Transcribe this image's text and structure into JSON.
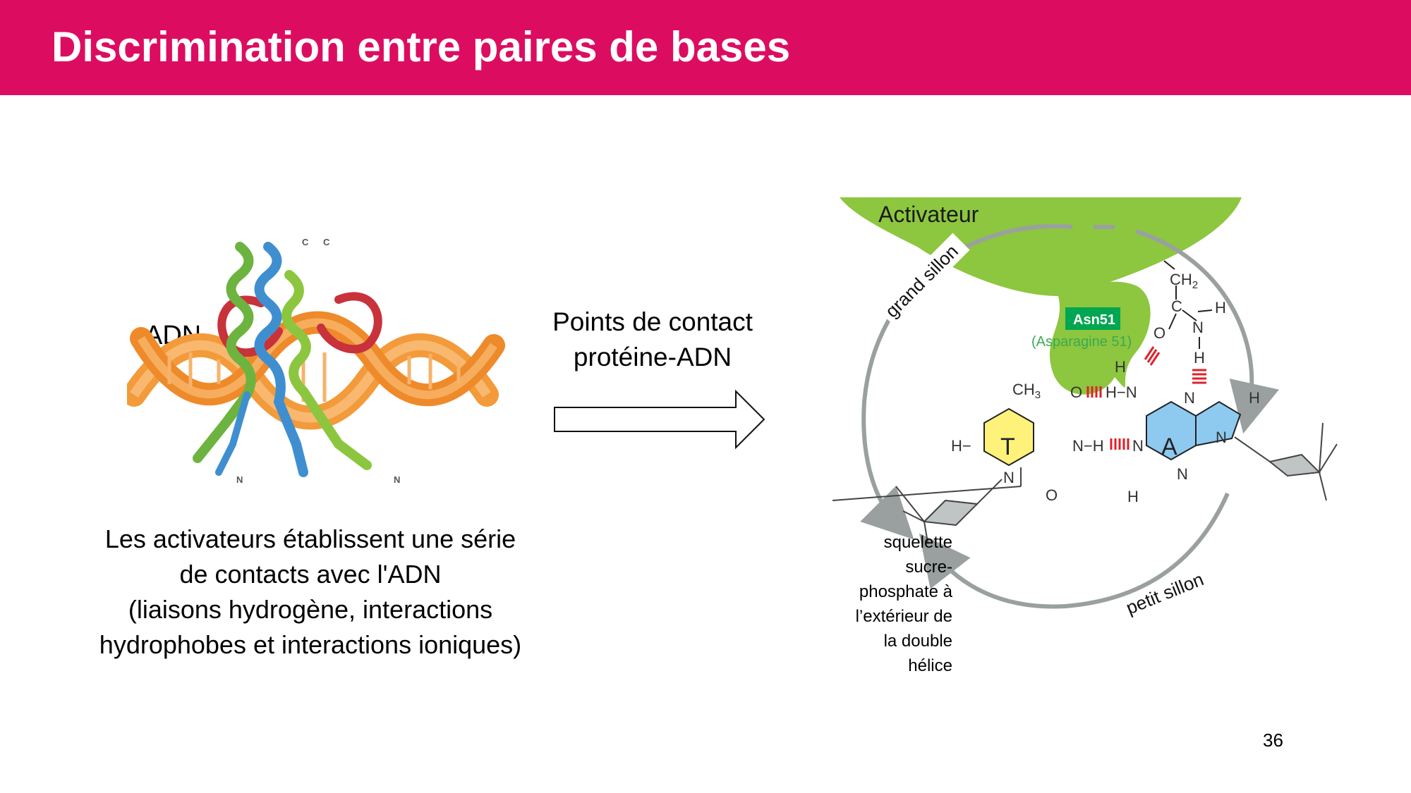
{
  "slide": {
    "title": "Discrimination entre paires de bases",
    "page_number": "36"
  },
  "left": {
    "dna_label": "ADN",
    "terminus_c1": "C",
    "terminus_c2": "C",
    "terminus_n1": "N",
    "terminus_n2": "N",
    "description_lines": [
      "Les activateurs établissent une série",
      "de contacts avec l'ADN",
      "(liaisons hydrogène, interactions",
      "hydrophobes et interactions ioniques)"
    ]
  },
  "middle": {
    "label_lines": [
      "Points de contact",
      "protéine-ADN"
    ]
  },
  "diagram": {
    "activator_label": "Activateur",
    "major_groove": "grand sillon",
    "minor_groove": "petit sillon",
    "residue_badge": "Asn51",
    "residue_name": "(Asparagine 51)",
    "backbone_lines": [
      "squelette",
      "sucre-",
      "phosphate à",
      "l’extérieur de",
      "la double",
      "hélice"
    ],
    "base_t": "T",
    "base_a": "A",
    "colors": {
      "activator": "#8DC63F",
      "badge": "#00A651",
      "thymine": "#FFF27A",
      "adenine": "#8ECAF0",
      "hbond": "#E0202A",
      "groove_arrow": "#9AA0A0"
    }
  }
}
